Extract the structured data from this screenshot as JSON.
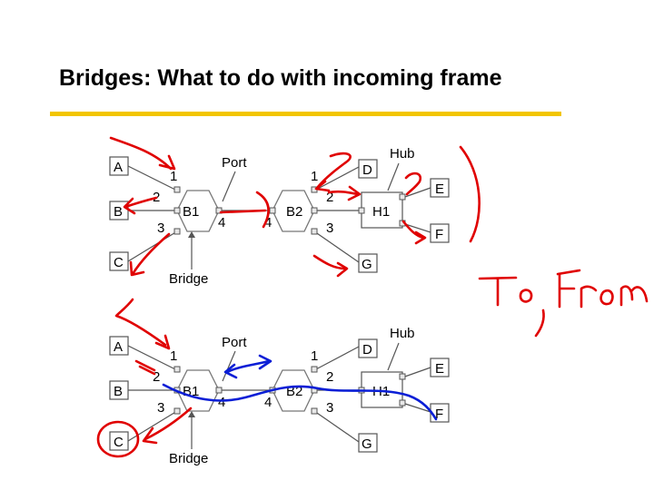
{
  "slide": {
    "title": "Bridges: What to do with incoming frame",
    "accent_color": "#f2c500",
    "handwritten_note": "To, From"
  },
  "diagrams": [
    {
      "hosts": [
        "A",
        "B",
        "C",
        "D",
        "E",
        "F",
        "G"
      ],
      "bridges": [
        "B1",
        "B2"
      ],
      "hub": "H1",
      "b1_ports": [
        "1",
        "2",
        "3",
        "4"
      ],
      "b2_ports": [
        "1",
        "2",
        "3",
        "4"
      ],
      "labels": {
        "port": "Port",
        "hub": "Hub",
        "bridge": "Bridge"
      },
      "ink_color": "#e00000"
    },
    {
      "hosts": [
        "A",
        "B",
        "C",
        "D",
        "E",
        "F",
        "G"
      ],
      "bridges": [
        "B1",
        "B2"
      ],
      "hub": "H1",
      "b1_ports": [
        "1",
        "2",
        "3",
        "4"
      ],
      "b2_ports": [
        "1",
        "2",
        "3",
        "4"
      ],
      "labels": {
        "port": "Port",
        "hub": "Hub",
        "bridge": "Bridge"
      },
      "ink_color": "#0a1ed6"
    }
  ]
}
